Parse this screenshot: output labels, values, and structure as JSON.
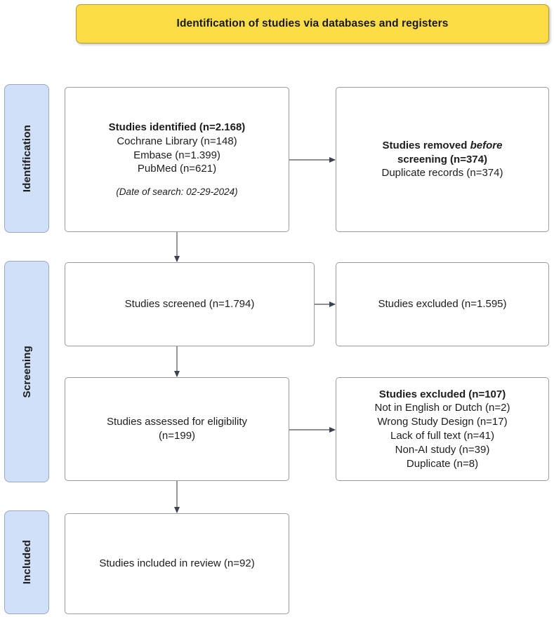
{
  "banner": {
    "title": "Identification of studies via databases and registers",
    "color": "#fcdd46"
  },
  "stages": {
    "identification": "Identification",
    "screening": "Screening",
    "included": "Included",
    "color": "#cfe0f8"
  },
  "boxes": {
    "identified": {
      "heading": "Studies identified (n=2.168)",
      "source_1": "Cochrane Library (n=148)",
      "source_2": "Embase (n=1.399)",
      "source_3": "PubMed (n=621)",
      "note": "(Date of search: 02-29-2024)"
    },
    "removed_before_screening": {
      "heading_part_1": "Studies removed ",
      "heading_emphasis": "before",
      "heading_part_2": "screening (n=374)",
      "detail_1": "Duplicate records (n=374)"
    },
    "screened": {
      "text": "Studies screened (n=1.794)"
    },
    "excluded_screening": {
      "text": "Studies excluded (n=1.595)"
    },
    "eligibility": {
      "line_1": "Studies assessed for eligibility",
      "line_2": "(n=199)"
    },
    "excluded_eligibility": {
      "heading": "Studies excluded (n=107)",
      "reason_1": "Not in English or Dutch (n=2)",
      "reason_2": "Wrong Study Design (n=17)",
      "reason_3": "Lack of full text (n=41)",
      "reason_4": "Non-AI study (n=39)",
      "reason_5": "Duplicate (n=8)"
    },
    "included": {
      "text": "Studies included in review (n=92)"
    }
  },
  "chart_data": {
    "type": "diagram",
    "title": "Identification of studies via databases and registers",
    "nodes": [
      {
        "id": "identified",
        "stage": "Identification",
        "label": "Studies identified",
        "n": 2168
      },
      {
        "id": "cochrane",
        "stage": "Identification",
        "label": "Cochrane Library",
        "n": 148
      },
      {
        "id": "embase",
        "stage": "Identification",
        "label": "Embase",
        "n": 1399
      },
      {
        "id": "pubmed",
        "stage": "Identification",
        "label": "PubMed",
        "n": 621
      },
      {
        "id": "removed_before_screening",
        "stage": "Identification",
        "label": "Studies removed before screening",
        "n": 374
      },
      {
        "id": "duplicate_records",
        "stage": "Identification",
        "label": "Duplicate records",
        "n": 374
      },
      {
        "id": "screened",
        "stage": "Screening",
        "label": "Studies screened",
        "n": 1794
      },
      {
        "id": "excluded_screening",
        "stage": "Screening",
        "label": "Studies excluded",
        "n": 1595
      },
      {
        "id": "eligibility",
        "stage": "Screening",
        "label": "Studies assessed for eligibility",
        "n": 199
      },
      {
        "id": "excluded_eligibility",
        "stage": "Screening",
        "label": "Studies excluded",
        "n": 107
      },
      {
        "id": "not_english_dutch",
        "stage": "Screening",
        "label": "Not in English or Dutch",
        "n": 2
      },
      {
        "id": "wrong_design",
        "stage": "Screening",
        "label": "Wrong Study Design",
        "n": 17
      },
      {
        "id": "lack_full_text",
        "stage": "Screening",
        "label": "Lack of full text",
        "n": 41
      },
      {
        "id": "non_ai",
        "stage": "Screening",
        "label": "Non-AI study",
        "n": 39
      },
      {
        "id": "duplicate",
        "stage": "Screening",
        "label": "Duplicate",
        "n": 8
      },
      {
        "id": "included",
        "stage": "Included",
        "label": "Studies included in review",
        "n": 92
      }
    ],
    "edges": [
      {
        "from": "identified",
        "to": "removed_before_screening",
        "direction": "right"
      },
      {
        "from": "identified",
        "to": "screened",
        "direction": "down"
      },
      {
        "from": "screened",
        "to": "excluded_screening",
        "direction": "right"
      },
      {
        "from": "screened",
        "to": "eligibility",
        "direction": "down"
      },
      {
        "from": "eligibility",
        "to": "excluded_eligibility",
        "direction": "right"
      },
      {
        "from": "eligibility",
        "to": "included",
        "direction": "down"
      }
    ],
    "date_of_search": "02-29-2024"
  }
}
